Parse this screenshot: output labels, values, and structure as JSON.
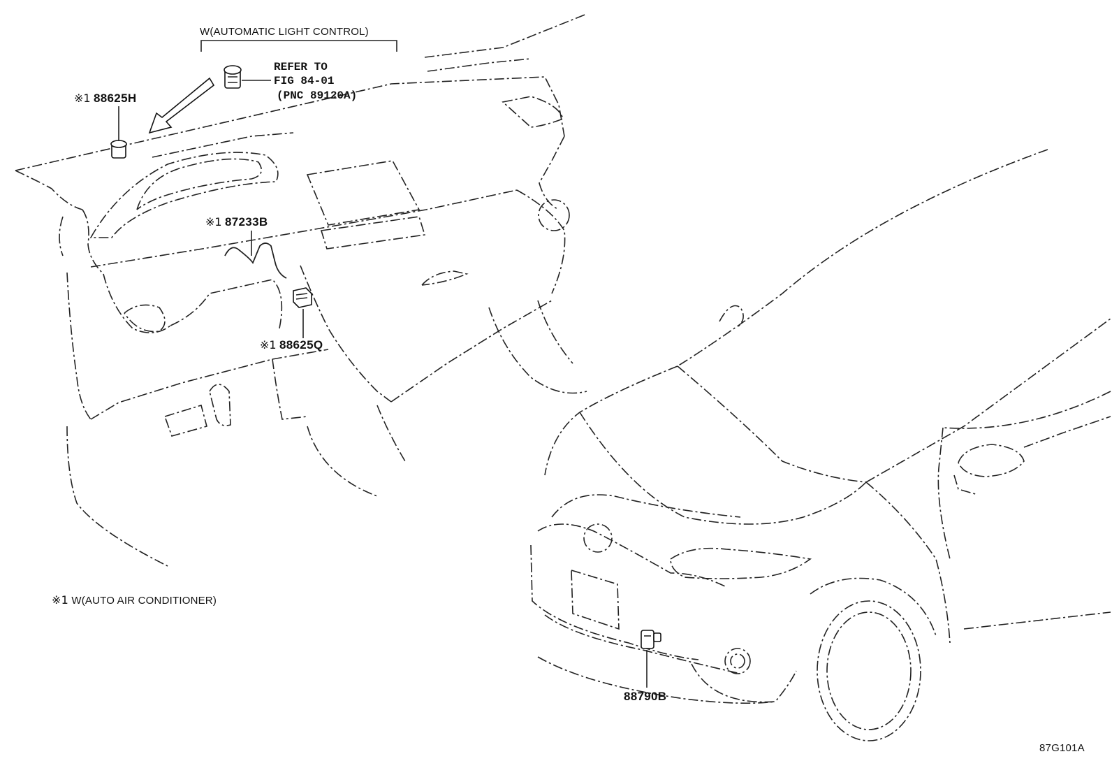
{
  "labels": {
    "group_auto_light": "W(AUTOMATIC LIGHT CONTROL)",
    "refer_line1": "REFER TO",
    "refer_line2": "FIG 84-01",
    "refer_line3": "(PNC 89120A)",
    "mark": "※1",
    "part_88625H": "88625H",
    "part_87233B": "87233B",
    "part_88625Q": "88625Q",
    "part_88790B": "88790B",
    "footnote_mark": "※1",
    "footnote_text": "W(AUTO AIR CONDITIONER)",
    "figure_id": "87G101A"
  },
  "icons": {
    "arrow": "direction-arrow-icon",
    "sensor_light": "light-sensor-icon",
    "sensor_solar": "solar-sensor-icon",
    "hose": "aspirator-hose-icon",
    "sensor_room": "room-temp-sensor-icon",
    "sensor_ambient": "ambient-temp-sensor-icon"
  }
}
